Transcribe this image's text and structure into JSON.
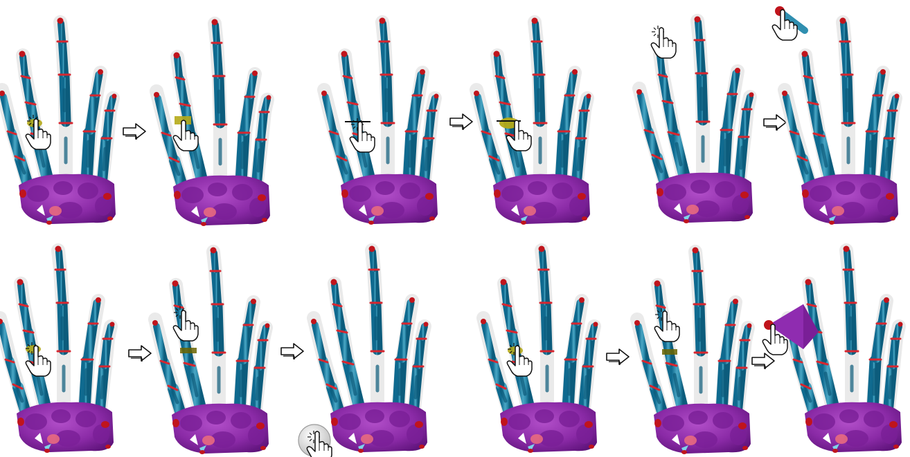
{
  "colors": {
    "bone": "#2f8fb0",
    "bone_dark": "#0f6a8f",
    "bone_light": "#8fd3e6",
    "joint": "#d7262f",
    "tip": "#c0141c",
    "carpal": "#8a2aa6",
    "carpal_dark": "#5e137a",
    "carpal_light": "#b24fc9",
    "select": "#b5aa18",
    "select_edge": "#6b6400",
    "shadow": "#e6e6e6"
  },
  "icons": {
    "pointer": "hand-pointer-icon",
    "arrow": "outline-right-arrow-icon",
    "touch_button": "touch-button-icon"
  },
  "panels": [
    {
      "id": "p1",
      "row": 1,
      "step": "touch-ring"
    },
    {
      "id": "p2",
      "row": 1,
      "step": "ring-selected"
    },
    {
      "id": "p3",
      "row": 1,
      "step": "cut-line"
    },
    {
      "id": "p4",
      "row": 1,
      "step": "cut-band"
    },
    {
      "id": "p5",
      "row": 1,
      "step": "touch-tip"
    },
    {
      "id": "p6",
      "row": 1,
      "step": "drag-tip"
    },
    {
      "id": "p7",
      "row": 2,
      "step": "touch-ring"
    },
    {
      "id": "p8",
      "row": 2,
      "step": "second-touch"
    },
    {
      "id": "p9",
      "row": 2,
      "step": "press-button"
    },
    {
      "id": "p10",
      "row": 2,
      "step": "touch-ring"
    },
    {
      "id": "p11",
      "row": 2,
      "step": "second-touch"
    },
    {
      "id": "p12",
      "row": 2,
      "step": "drag-carpal"
    }
  ]
}
